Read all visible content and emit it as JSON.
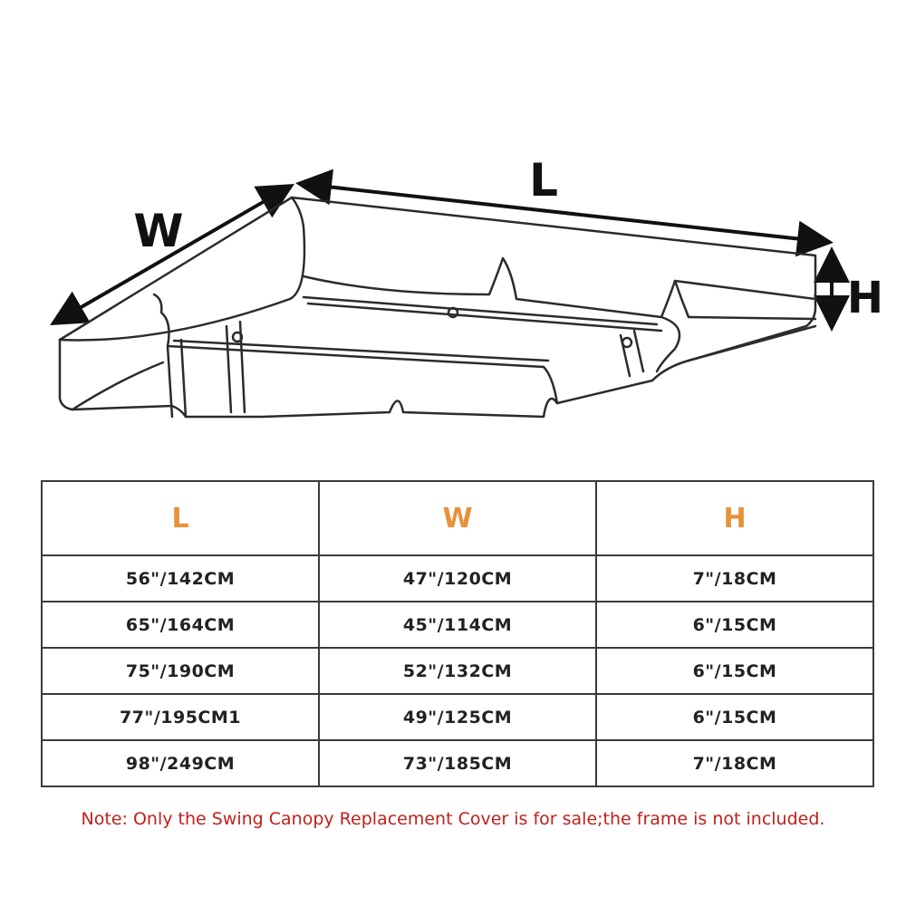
{
  "diagram": {
    "label_l": "L",
    "label_w": "W",
    "label_h": "H"
  },
  "table": {
    "headers": [
      "L",
      "W",
      "H"
    ],
    "header_color": "#e8913b",
    "rows": [
      [
        "56\"/142CM",
        "47\"/120CM",
        "7\"/18CM"
      ],
      [
        "65\"/164CM",
        "45\"/114CM",
        "6\"/15CM"
      ],
      [
        "75\"/190CM",
        "52\"/132CM",
        "6\"/15CM"
      ],
      [
        "77\"/195CM1",
        "49\"/125CM",
        "6\"/15CM"
      ],
      [
        "98\"/249CM",
        "73\"/185CM",
        "7\"/18CM"
      ]
    ]
  },
  "note": {
    "text": "Note: Only the Swing Canopy Replacement Cover is for sale;the frame is not included.",
    "color": "#c0201b"
  }
}
